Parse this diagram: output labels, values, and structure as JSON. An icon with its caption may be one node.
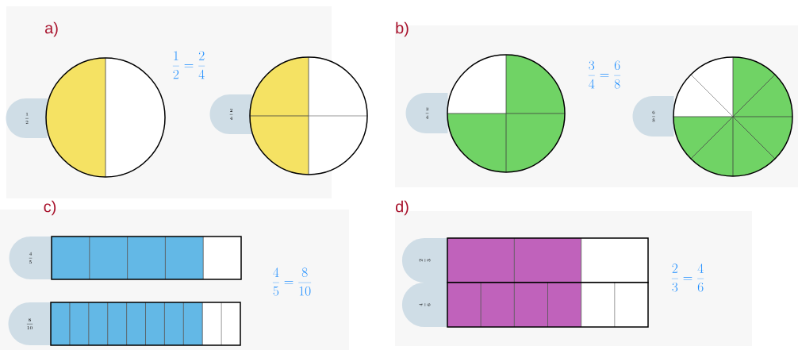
{
  "diagram": {
    "nodes": [
      {
        "text": [
          "a)"
        ]
      },
      {
        "text": [
          "\\frac{1}{2}"
        ],
        "in": 0
      },
      {
        "text": [
          "\\frac{2}{4}"
        ],
        "in": 0
      },
      {
        "text": [
          "b)"
        ]
      },
      {
        "text": [
          "\\frac{3}{4}"
        ],
        "in": 3
      },
      {
        "text": [
          "\\frac{6}{8}"
        ],
        "in": 3
      },
      {
        "text": [
          "c)"
        ]
      },
      {
        "text": [
          "\\frac{4}{5}"
        ],
        "in": 6
      },
      {
        "text": [
          "\\frac{8}{10}"
        ],
        "in": 6
      },
      {
        "text": [
          "d)"
        ]
      },
      {
        "text": [
          "\\frac{2}{3}"
        ],
        "in": 9
      },
      {
        "text": [
          "\\frac{4}{6}"
        ],
        "in": 9
      }
    ],
    "labels": [
      "\\frac{1}{2}=\\frac{2}{4}",
      "\\frac{3}{4}=\\frac{6}{8}",
      "\\frac{4}{5}=\\frac{8}{10}",
      "\\frac{2}{3}=\\frac{4}{6}"
    ]
  }
}
